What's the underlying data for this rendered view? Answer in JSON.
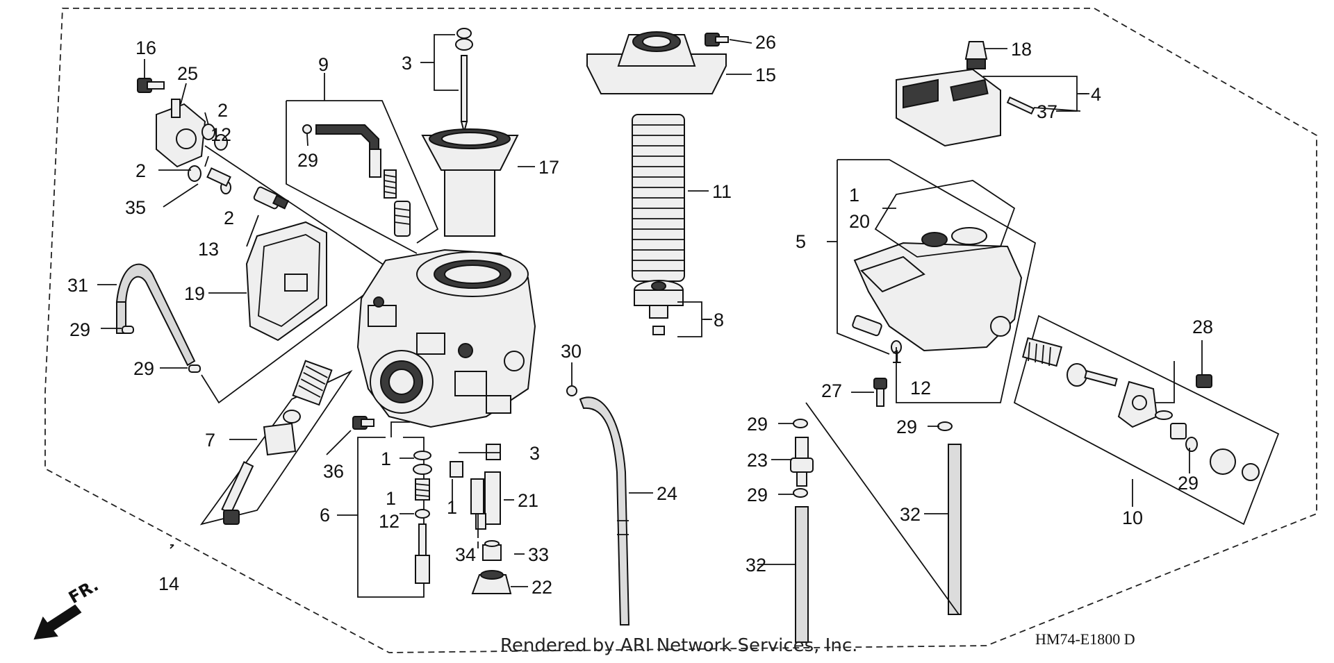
{
  "diagram": {
    "drawing_code": "HM74-E1800 D",
    "footer": "Rendered by ARI Network Services, Inc.",
    "direction_label": "FR.",
    "callouts": [
      {
        "id": "c16",
        "label": "16"
      },
      {
        "id": "c25",
        "label": "25"
      },
      {
        "id": "c2a",
        "label": "2"
      },
      {
        "id": "c12a",
        "label": "12"
      },
      {
        "id": "c2b",
        "label": "2"
      },
      {
        "id": "c35",
        "label": "35"
      },
      {
        "id": "c2c",
        "label": "2"
      },
      {
        "id": "c13",
        "label": "13"
      },
      {
        "id": "c31",
        "label": "31"
      },
      {
        "id": "c19",
        "label": "19"
      },
      {
        "id": "c29a",
        "label": "29"
      },
      {
        "id": "c29b",
        "label": "29"
      },
      {
        "id": "c9",
        "label": "9"
      },
      {
        "id": "c29c",
        "label": "29"
      },
      {
        "id": "c3a",
        "label": "3"
      },
      {
        "id": "c17",
        "label": "17"
      },
      {
        "id": "c26",
        "label": "26"
      },
      {
        "id": "c15",
        "label": "15"
      },
      {
        "id": "c11",
        "label": "11"
      },
      {
        "id": "c8",
        "label": "8"
      },
      {
        "id": "c18",
        "label": "18"
      },
      {
        "id": "c4",
        "label": "4"
      },
      {
        "id": "c37",
        "label": "37"
      },
      {
        "id": "c1a",
        "label": "1"
      },
      {
        "id": "c20",
        "label": "20"
      },
      {
        "id": "c5",
        "label": "5"
      },
      {
        "id": "c1b",
        "label": "1"
      },
      {
        "id": "c12b",
        "label": "12"
      },
      {
        "id": "c27",
        "label": "27"
      },
      {
        "id": "c28",
        "label": "28"
      },
      {
        "id": "c7",
        "label": "7"
      },
      {
        "id": "c30",
        "label": "30"
      },
      {
        "id": "c36",
        "label": "36"
      },
      {
        "id": "c1c",
        "label": "1"
      },
      {
        "id": "c1d",
        "label": "1"
      },
      {
        "id": "c12c",
        "label": "12"
      },
      {
        "id": "c6",
        "label": "6"
      },
      {
        "id": "c1e",
        "label": "1"
      },
      {
        "id": "c3b",
        "label": "3"
      },
      {
        "id": "c21",
        "label": "21"
      },
      {
        "id": "c34",
        "label": "34"
      },
      {
        "id": "c33",
        "label": "33"
      },
      {
        "id": "c22",
        "label": "22"
      },
      {
        "id": "c24",
        "label": "24"
      },
      {
        "id": "c14",
        "label": "14"
      },
      {
        "id": "c29d",
        "label": "29"
      },
      {
        "id": "c23",
        "label": "23"
      },
      {
        "id": "c29e",
        "label": "29"
      },
      {
        "id": "c32a",
        "label": "32"
      },
      {
        "id": "c29f",
        "label": "29"
      },
      {
        "id": "c32b",
        "label": "32"
      },
      {
        "id": "c29g",
        "label": "29"
      },
      {
        "id": "c10",
        "label": "10"
      }
    ]
  }
}
